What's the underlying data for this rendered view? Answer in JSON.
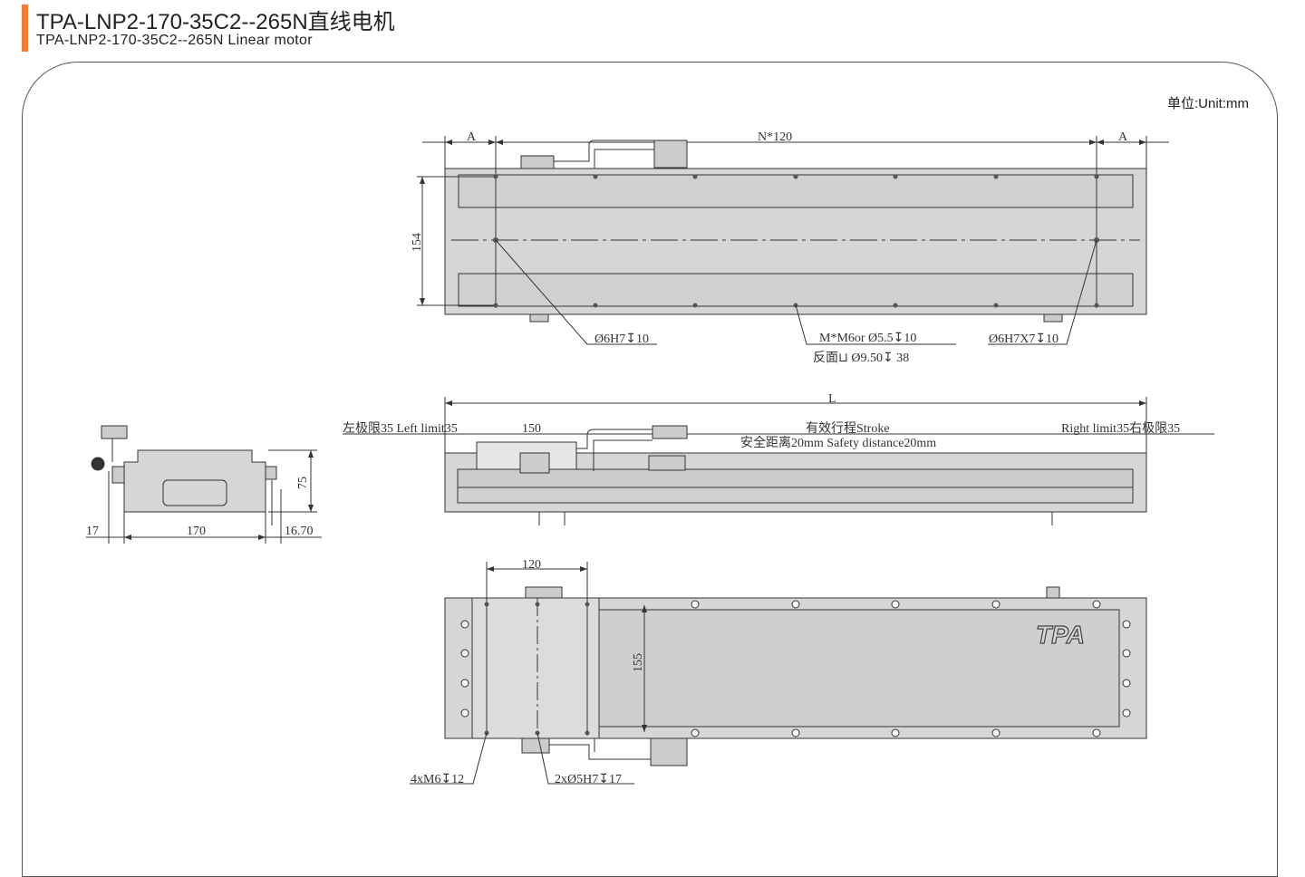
{
  "header": {
    "title": "TPA-LNP2-170-35C2--265N直线电机",
    "subtitle": "TPA-LNP2-170-35C2--265N Linear motor",
    "accent_color": "#f07b3a"
  },
  "unit_label": "单位:Unit:mm",
  "top_view": {
    "dim_a_left": "A",
    "dim_n": "N*120",
    "dim_a_right": "A",
    "dim_height": "154",
    "callout_left": "Ø6H7↧10",
    "callout_mid": "M*M6or Ø5.5↧10",
    "callout_mid_back": "反面⊔ Ø9.50↧ 38",
    "callout_right": "Ø6H7X7↧10"
  },
  "front_view": {
    "dim_l": "L",
    "left_limit": "左极限35 Left limit35",
    "dim_150": "150",
    "stroke": "有效行程Stroke",
    "safety": "安全距离20mm Safety distance20mm",
    "right_limit": "Right limit35右极限35"
  },
  "side_view": {
    "dim_17": "17",
    "dim_170": "170",
    "dim_1670": "16.70",
    "dim_75": "75"
  },
  "bottom_view": {
    "dim_120": "120",
    "dim_155": "155",
    "callout_left": "4xM6↧12",
    "callout_right": "2xØ5H7↧17",
    "logo": "TPA"
  }
}
